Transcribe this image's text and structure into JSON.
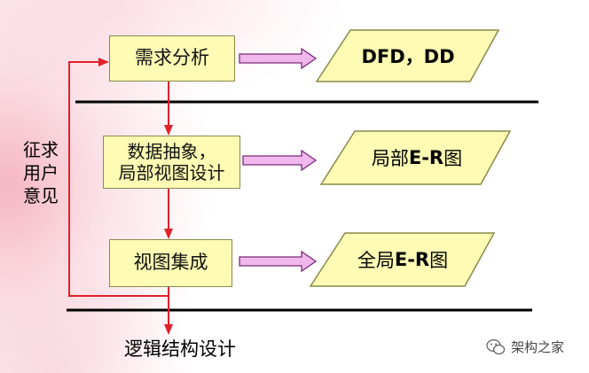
{
  "boxes": {
    "requirement_analysis": "需求分析",
    "abstraction_line1": "数据抽象，",
    "abstraction_line2": "局部视图设计",
    "view_integration": "视图集成"
  },
  "outputs": {
    "dfd": "DFD，DD",
    "local_er_prefix": "局部",
    "local_er_bold": "E-R",
    "local_er_suffix": "图",
    "global_er_prefix": "全局",
    "global_er_bold": "E-R",
    "global_er_suffix": "图"
  },
  "side_label": {
    "line1": "征求",
    "line2": "用户",
    "line3": "意见"
  },
  "bottom_label": "逻辑结构设计",
  "watermark": {
    "text": "架构之家",
    "icon": "wechat-icon"
  },
  "colors": {
    "box_fill": "#fdfbb4",
    "arrow_red": "#e0202a",
    "pink_arrow": "#f0b8ec"
  }
}
